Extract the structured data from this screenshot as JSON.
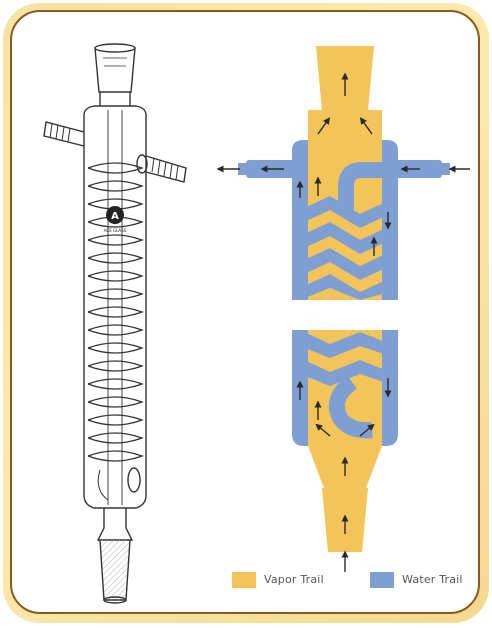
{
  "diagram": {
    "logo_letter": "A",
    "logo_text": "ACE GLASS"
  },
  "legend": {
    "items": [
      {
        "label": "Vapor Trail",
        "color": "#f2c45a"
      },
      {
        "label": "Water Trail",
        "color": "#7f9fd3"
      }
    ]
  },
  "colors": {
    "frame_border": "#8a5a1a",
    "frame_bg": "#fde9ae",
    "glass_line": "#333333",
    "vapor": "#f2c45a",
    "water": "#7f9fd3",
    "arrow": "#2a2a2a"
  }
}
